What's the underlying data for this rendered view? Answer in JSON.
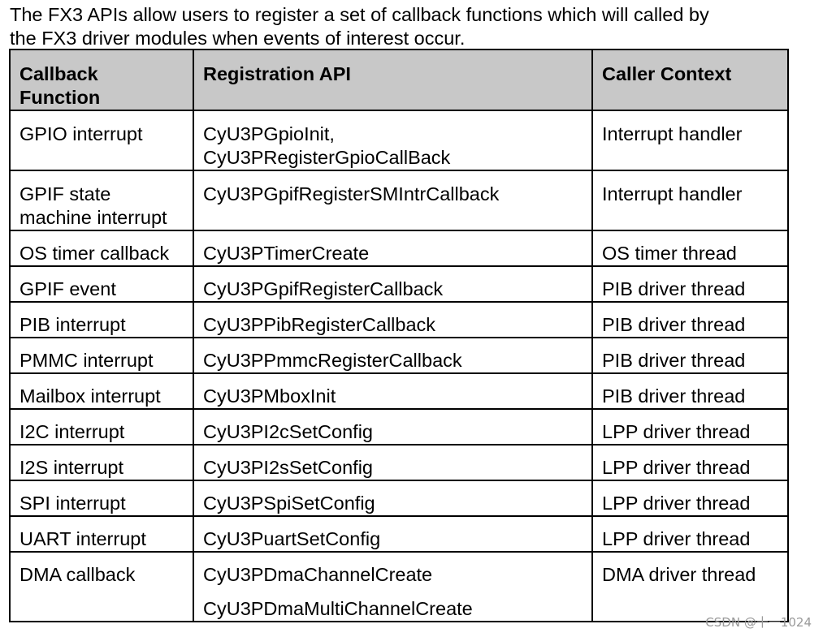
{
  "intro": {
    "line1": "The FX3 APIs allow users to register a set of callback functions which will called by",
    "line2": "the FX3 driver modules when events of interest occur."
  },
  "table": {
    "headers": {
      "col1_line1": "Callback",
      "col1_line2": "Function",
      "col2": "Registration API",
      "col3": "Caller Context"
    },
    "rows": [
      {
        "func_line1": "GPIO interrupt",
        "func_line2": "",
        "api_line1": "CyU3PGpioInit,",
        "api_line2": "CyU3PRegisterGpioCallBack",
        "context": "Interrupt handler"
      },
      {
        "func_line1": "GPIF state",
        "func_line2": "machine interrupt",
        "api_line1": "CyU3PGpifRegisterSMIntrCallback",
        "api_line2": "",
        "context": "Interrupt handler"
      },
      {
        "func_line1": "OS timer callback",
        "api_line1": "CyU3PTimerCreate",
        "context": "OS timer thread"
      },
      {
        "func_line1": "GPIF event",
        "api_line1": "CyU3PGpifRegisterCallback",
        "context": "PIB driver thread"
      },
      {
        "func_line1": "PIB interrupt",
        "api_line1": "CyU3PPibRegisterCallback",
        "context": "PIB driver thread"
      },
      {
        "func_line1": "PMMC interrupt",
        "api_line1": "CyU3PPmmcRegisterCallback",
        "context": "PIB driver thread"
      },
      {
        "func_line1": "Mailbox interrupt",
        "api_line1": "CyU3PMboxInit",
        "context": "PIB driver thread"
      },
      {
        "func_line1": "I2C interrupt",
        "api_line1": "CyU3PI2cSetConfig",
        "context": "LPP driver thread"
      },
      {
        "func_line1": "I2S interrupt",
        "api_line1": "CyU3PI2sSetConfig",
        "context": "LPP driver thread"
      },
      {
        "func_line1": "SPI interrupt",
        "api_line1": "CyU3PSpiSetConfig",
        "context": "LPP driver thread"
      },
      {
        "func_line1": "UART interrupt",
        "api_line1": "CyU3PuartSetConfig",
        "context": "LPP driver thread"
      },
      {
        "func_line1": "DMA callback",
        "api_line1": "CyU3PDmaChannelCreate",
        "api_line2": "CyU3PDmaMultiChannelCreate",
        "context": "DMA driver thread"
      }
    ]
  },
  "watermark": "CSDN @十一1024"
}
